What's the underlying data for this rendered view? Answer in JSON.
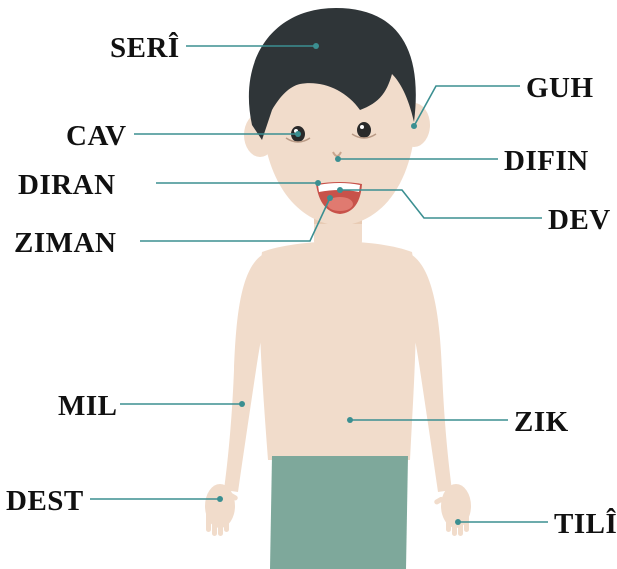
{
  "colors": {
    "skin": "#f1dccb",
    "skin_shade": "#e8cbb4",
    "hair": "#2f3538",
    "shorts": "#7ea89b",
    "mouth": "#c8524a",
    "leader_line": "#3b8f91",
    "label_text": "#111111"
  },
  "labels": {
    "head": "SERÎ",
    "ear": "GUH",
    "eye": "CAV",
    "nose": "DIFIN",
    "teeth": "DIRAN",
    "mouth": "DEV",
    "tongue": "ZIMAN",
    "arm": "MIL",
    "belly": "ZIK",
    "hand": "DEST",
    "finger": "TILÎ"
  }
}
